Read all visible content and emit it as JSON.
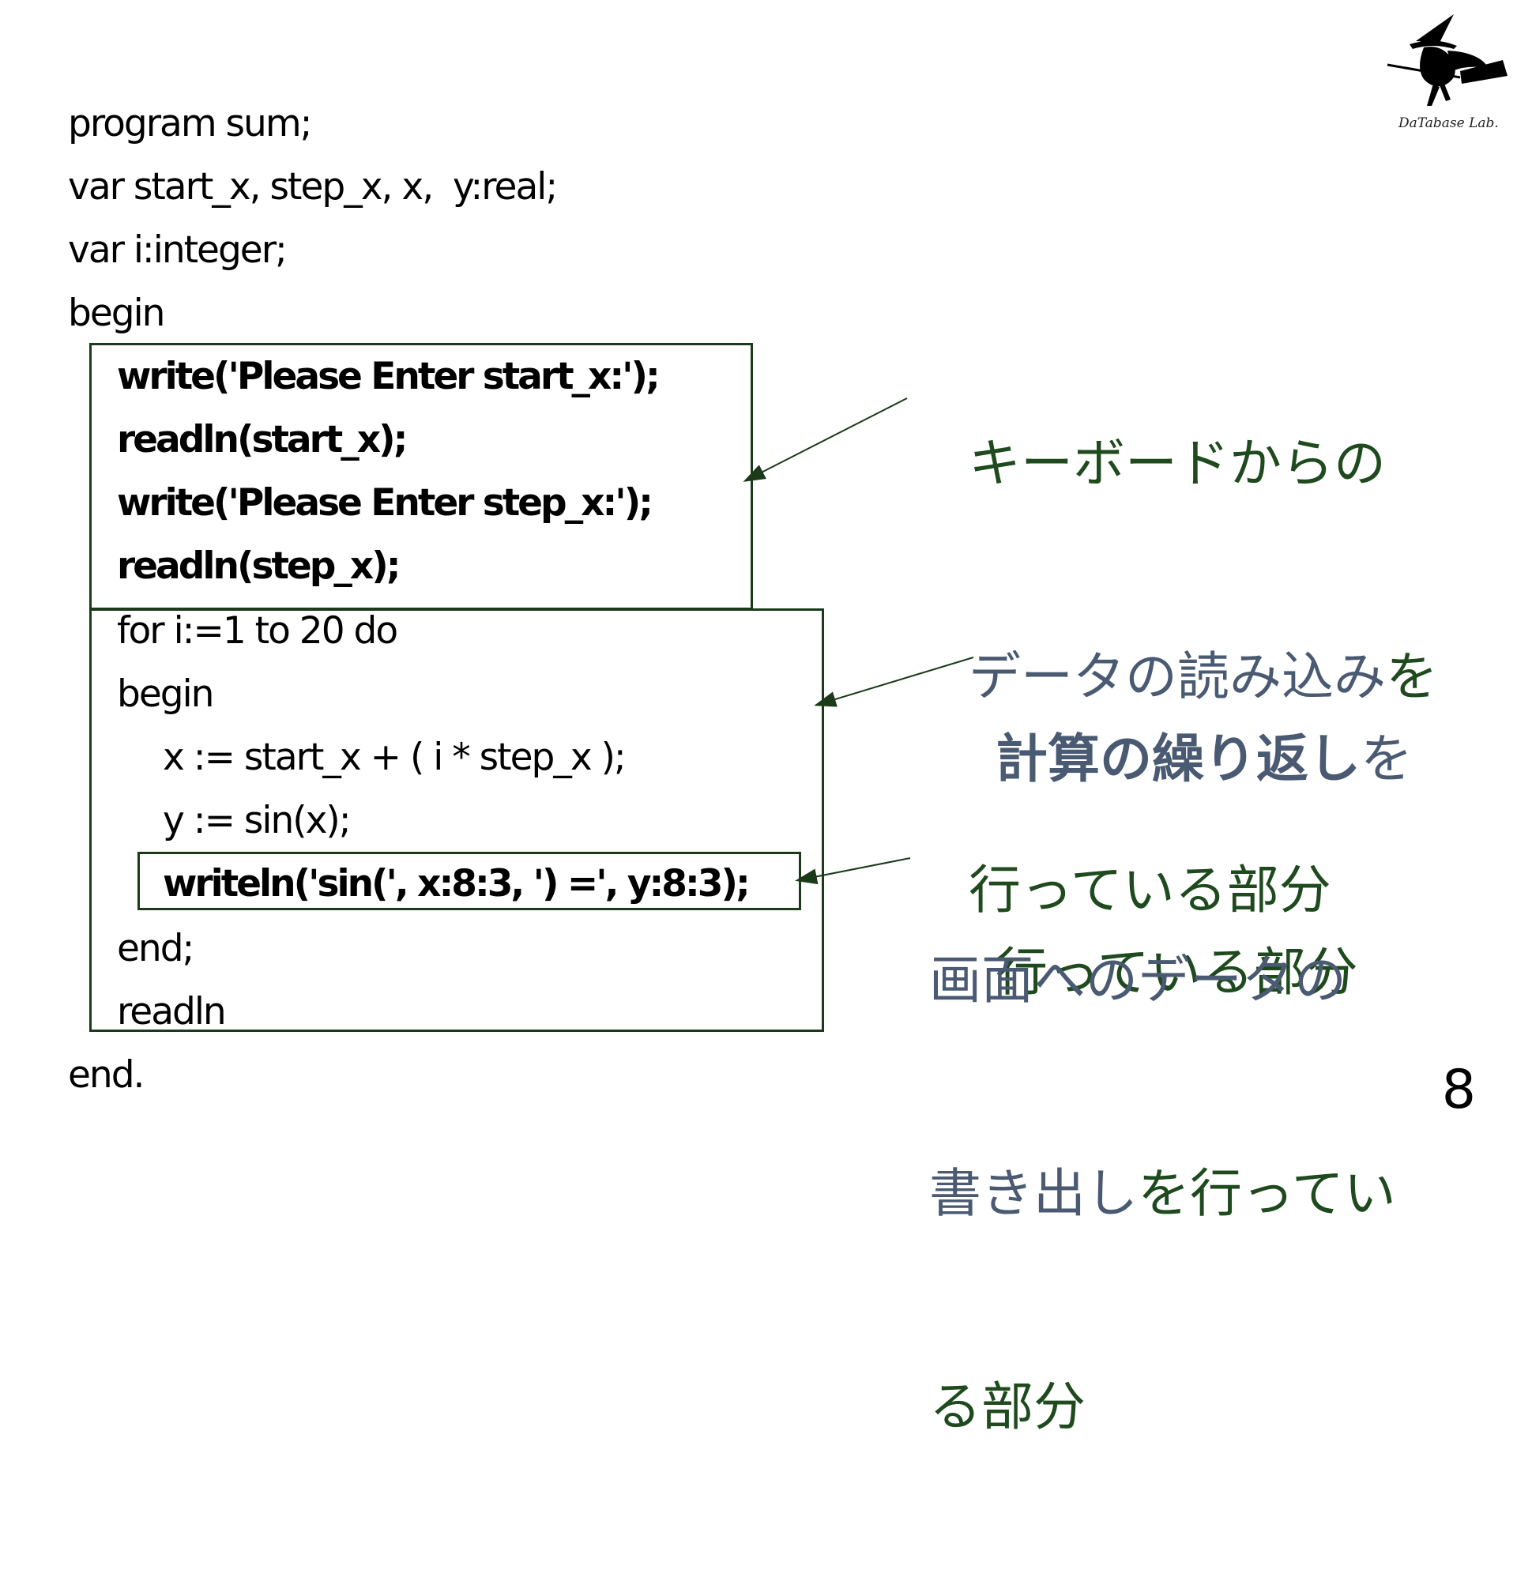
{
  "code": {
    "line1": "program sum;",
    "line2": "var start_x, step_x, x,  y:real;",
    "line3": "var i:integer;",
    "line4": "begin",
    "input_1": "write('Please Enter start_x:');",
    "input_2": "readln(start_x);",
    "input_3": "write('Please Enter step_x:');",
    "input_4": "readln(step_x);",
    "loop_1": "for i:=1 to 20 do",
    "loop_2": "begin",
    "loop_3": "x := start_x + ( i * step_x );",
    "loop_4": "y := sin(x);",
    "output_1": "writeln('sin(', x:8:3, ') =', y:8:3);",
    "loop_5": "end;",
    "loop_6": "readln",
    "last": "end."
  },
  "callouts": {
    "input": {
      "line1": "キーボードからの",
      "line2_a": "データの読み込み",
      "line2_b": "を",
      "line3": "行っている部分"
    },
    "loop": {
      "line1_a": "計算の繰り返し",
      "line1_b": "を",
      "line2": "行っている部分"
    },
    "output": {
      "line1": "画面へのデータの",
      "line2_a": "書き出し",
      "line2_b": "を行ってい",
      "line3": "る部分"
    }
  },
  "logo": {
    "text": "DaTabase Lab.",
    "icon": "witch-on-broom-icon"
  },
  "page_number": "8",
  "colors": {
    "green": "#1e4a1e",
    "slate": "#4a5a72",
    "box_border": "#1a3a1a"
  }
}
